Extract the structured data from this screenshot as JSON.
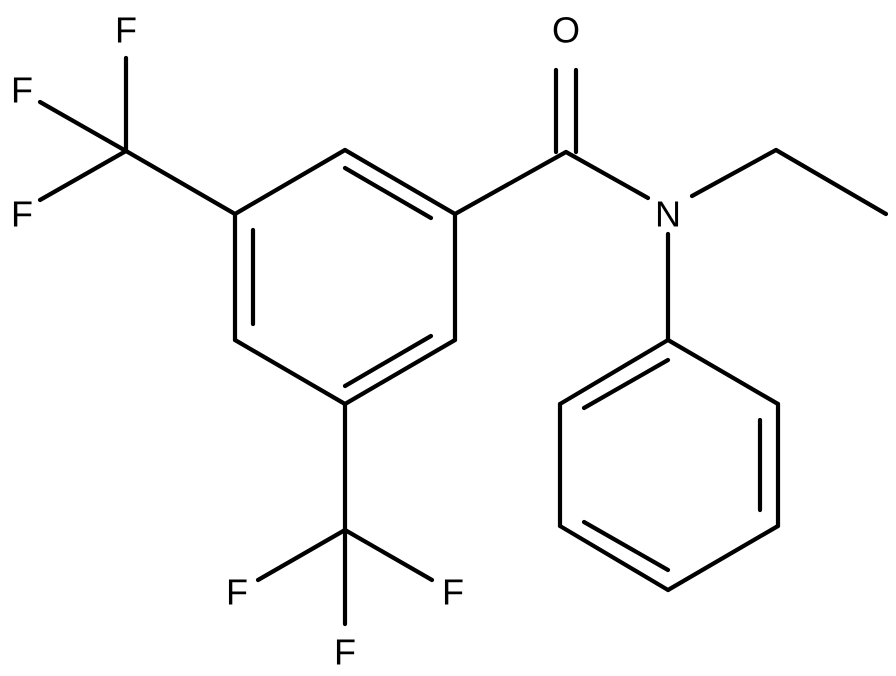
{
  "structure": {
    "atoms": {
      "o1": {
        "label": "O"
      },
      "n1": {
        "label": "N"
      },
      "f1": {
        "label": "F"
      },
      "f2": {
        "label": "F"
      },
      "f3": {
        "label": "F"
      },
      "f4": {
        "label": "F"
      },
      "f5": {
        "label": "F"
      },
      "f6": {
        "label": "F"
      }
    }
  }
}
